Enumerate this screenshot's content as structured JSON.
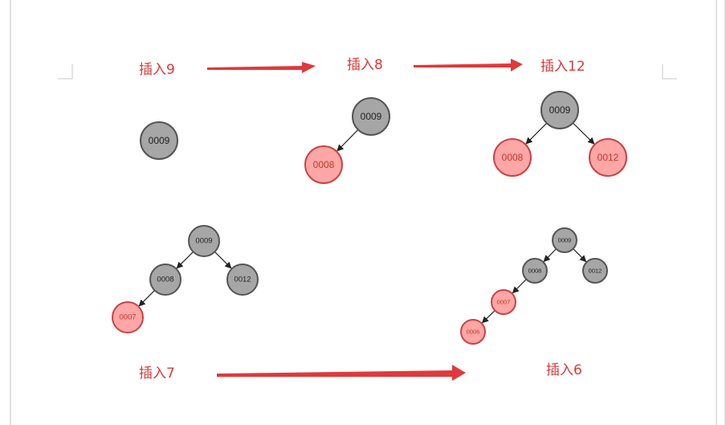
{
  "captions": {
    "insert_9": "插入9",
    "insert_8": "插入8",
    "insert_12": "插入12",
    "insert_7": "插入7",
    "insert_6": "插入6"
  },
  "colors": {
    "caption": "#d9393a",
    "arrow": "#e0393b",
    "black_node_fill": "#a6a6a6",
    "black_node_stroke": "#555555",
    "black_node_text": "#222222",
    "red_node_fill": "#ffa6a6",
    "red_node_stroke": "#c94444",
    "red_node_text": "#c0392b",
    "edge": "#222222",
    "page_border": "#d8d8d8"
  },
  "trees": [
    {
      "name": "tree-after-insert-9",
      "nodes": [
        {
          "id": "n9",
          "label": "0009",
          "color": "black"
        }
      ],
      "edges": []
    },
    {
      "name": "tree-after-insert-8",
      "nodes": [
        {
          "id": "n9",
          "label": "0009",
          "color": "black"
        },
        {
          "id": "n8",
          "label": "0008",
          "color": "red"
        }
      ],
      "edges": [
        [
          "n9",
          "n8"
        ]
      ]
    },
    {
      "name": "tree-after-insert-12",
      "nodes": [
        {
          "id": "n9",
          "label": "0009",
          "color": "black"
        },
        {
          "id": "n8",
          "label": "0008",
          "color": "red"
        },
        {
          "id": "n12",
          "label": "0012",
          "color": "red"
        }
      ],
      "edges": [
        [
          "n9",
          "n8"
        ],
        [
          "n9",
          "n12"
        ]
      ]
    },
    {
      "name": "tree-after-insert-7",
      "nodes": [
        {
          "id": "n9",
          "label": "0009",
          "color": "black"
        },
        {
          "id": "n8",
          "label": "0008",
          "color": "black"
        },
        {
          "id": "n12",
          "label": "0012",
          "color": "black"
        },
        {
          "id": "n7",
          "label": "0007",
          "color": "red"
        }
      ],
      "edges": [
        [
          "n9",
          "n8"
        ],
        [
          "n9",
          "n12"
        ],
        [
          "n8",
          "n7"
        ]
      ]
    },
    {
      "name": "tree-after-insert-6",
      "nodes": [
        {
          "id": "n9",
          "label": "0009",
          "color": "black"
        },
        {
          "id": "n8",
          "label": "0008",
          "color": "black"
        },
        {
          "id": "n12",
          "label": "0012",
          "color": "black"
        },
        {
          "id": "n7",
          "label": "0007",
          "color": "red"
        },
        {
          "id": "n6",
          "label": "0006",
          "color": "red"
        }
      ],
      "edges": [
        [
          "n9",
          "n8"
        ],
        [
          "n9",
          "n12"
        ],
        [
          "n8",
          "n7"
        ],
        [
          "n7",
          "n6"
        ]
      ]
    }
  ]
}
